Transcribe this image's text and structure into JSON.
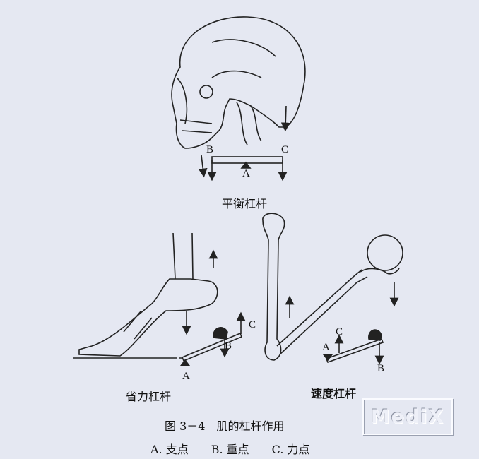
{
  "diagrams": {
    "balance": {
      "title": "平衡杠杆",
      "label_a": "A",
      "label_b": "B",
      "label_c": "C"
    },
    "force_saving": {
      "title": "省力杠杆",
      "label_a": "A",
      "label_b": "B",
      "label_c": "C"
    },
    "speed": {
      "title": "速度杠杆",
      "label_a": "A",
      "label_b": "B",
      "label_c": "C"
    }
  },
  "caption": "图 3－4　肌的杠杆作用",
  "legend": "A. 支点　　B. 重点　　C. 力点",
  "watermark": "MediX",
  "colors": {
    "background": "#e5e8f2",
    "ink": "#222222"
  }
}
